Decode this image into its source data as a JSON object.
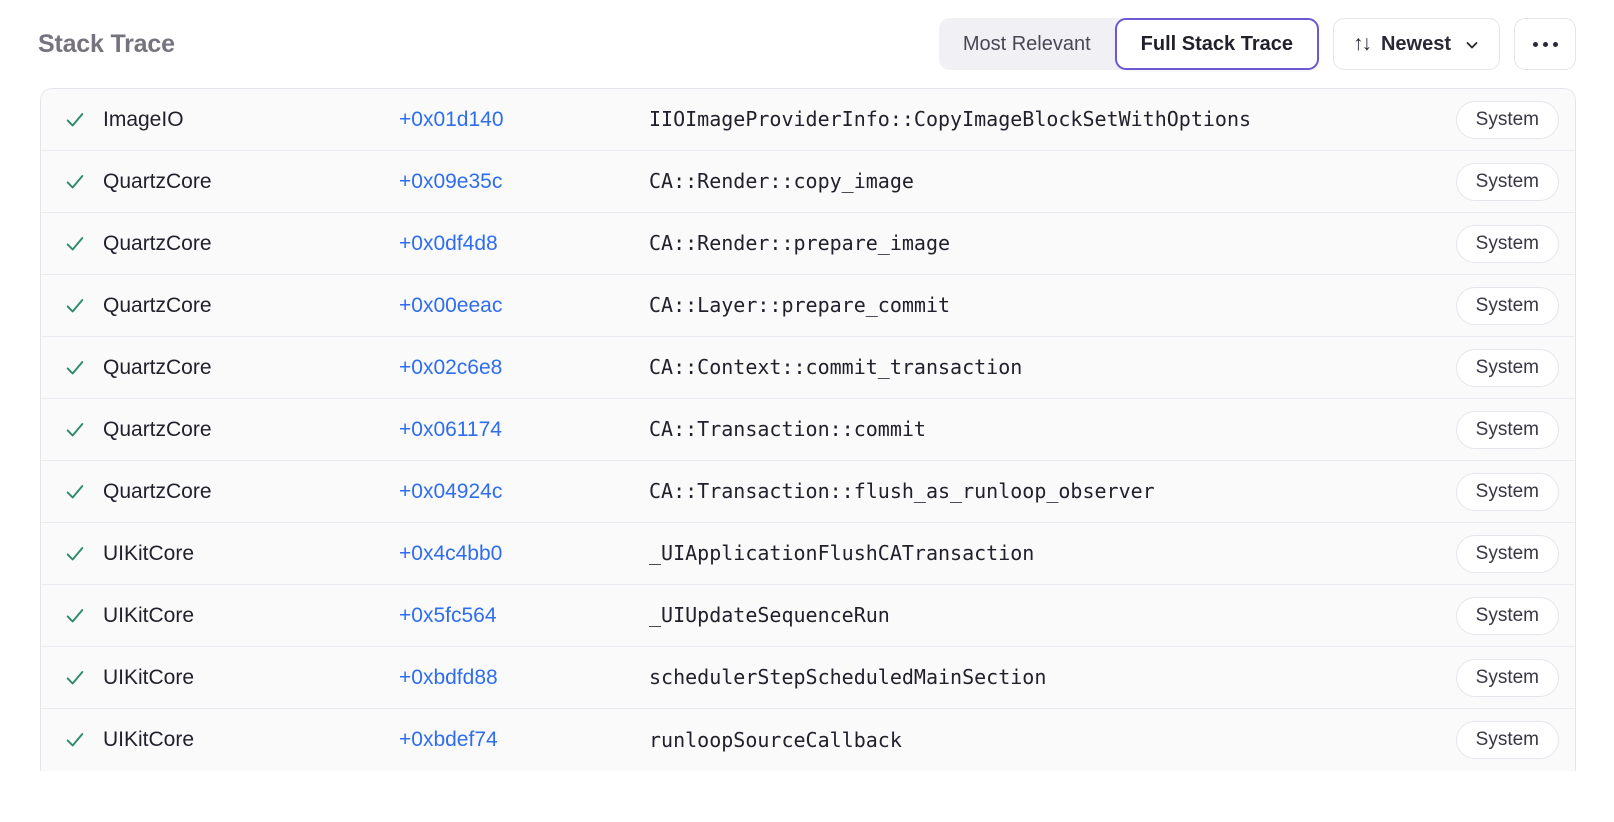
{
  "header": {
    "title": "Stack Trace",
    "segmented": {
      "options": [
        {
          "label": "Most Relevant",
          "active": false
        },
        {
          "label": "Full Stack Trace",
          "active": true
        }
      ]
    },
    "sort": {
      "icon": "sort-arrows-icon",
      "glyph": "↑↓",
      "label": "Newest",
      "chevron": "chevron-down-icon"
    },
    "more": {
      "label": "···",
      "name": "more-options-icon"
    },
    "accent_color": "#6b5ad4",
    "title_color": "#76737f"
  },
  "table": {
    "columns": [
      "status",
      "module",
      "offset",
      "function",
      "origin"
    ],
    "check_icon": "check-icon",
    "check_color": "#2e8b6a",
    "offset_color": "#2f6df0",
    "rows": [
      {
        "checked": true,
        "module": "ImageIO",
        "offset": "+0x01d140",
        "function": "IIOImageProviderInfo::CopyImageBlockSetWithOptions",
        "badge": "System"
      },
      {
        "checked": true,
        "module": "QuartzCore",
        "offset": "+0x09e35c",
        "function": "CA::Render::copy_image",
        "badge": "System"
      },
      {
        "checked": true,
        "module": "QuartzCore",
        "offset": "+0x0df4d8",
        "function": "CA::Render::prepare_image",
        "badge": "System"
      },
      {
        "checked": true,
        "module": "QuartzCore",
        "offset": "+0x00eeac",
        "function": "CA::Layer::prepare_commit",
        "badge": "System"
      },
      {
        "checked": true,
        "module": "QuartzCore",
        "offset": "+0x02c6e8",
        "function": "CA::Context::commit_transaction",
        "badge": "System"
      },
      {
        "checked": true,
        "module": "QuartzCore",
        "offset": "+0x061174",
        "function": "CA::Transaction::commit",
        "badge": "System"
      },
      {
        "checked": true,
        "module": "QuartzCore",
        "offset": "+0x04924c",
        "function": "CA::Transaction::flush_as_runloop_observer",
        "badge": "System"
      },
      {
        "checked": true,
        "module": "UIKitCore",
        "offset": "+0x4c4bb0",
        "function": "_UIApplicationFlushCATransaction",
        "badge": "System"
      },
      {
        "checked": true,
        "module": "UIKitCore",
        "offset": "+0x5fc564",
        "function": "_UIUpdateSequenceRun",
        "badge": "System"
      },
      {
        "checked": true,
        "module": "UIKitCore",
        "offset": "+0xbdfd88",
        "function": "schedulerStepScheduledMainSection",
        "badge": "System"
      },
      {
        "checked": true,
        "module": "UIKitCore",
        "offset": "+0xbdef74",
        "function": "runloopSourceCallback",
        "badge": "System"
      }
    ]
  }
}
